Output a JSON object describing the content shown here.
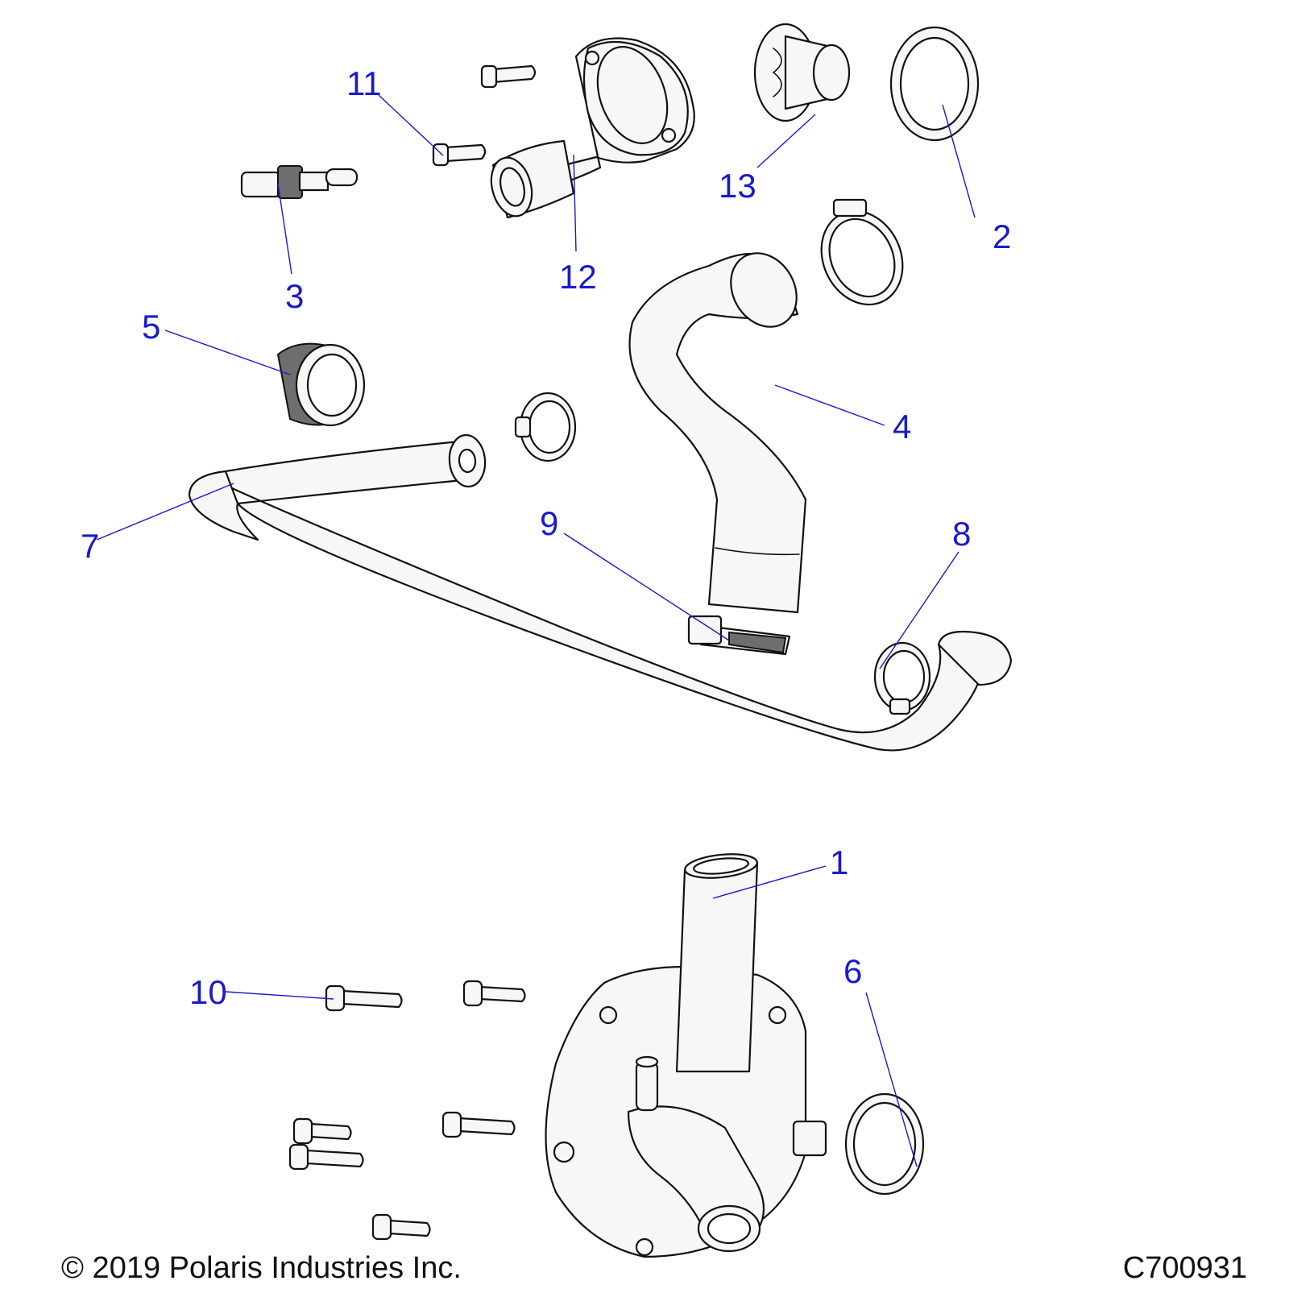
{
  "callouts": {
    "c1": "1",
    "c2": "2",
    "c3": "3",
    "c4": "4",
    "c5": "5",
    "c6": "6",
    "c7": "7",
    "c8": "8",
    "c9": "9",
    "c10": "10",
    "c11": "11",
    "c12": "12",
    "c13": "13"
  },
  "footer": {
    "copyright": "© 2019 Polaris Industries Inc.",
    "diagram_id": "C700931"
  },
  "colors": {
    "callout": "#1a1acc",
    "line": "#111111"
  }
}
